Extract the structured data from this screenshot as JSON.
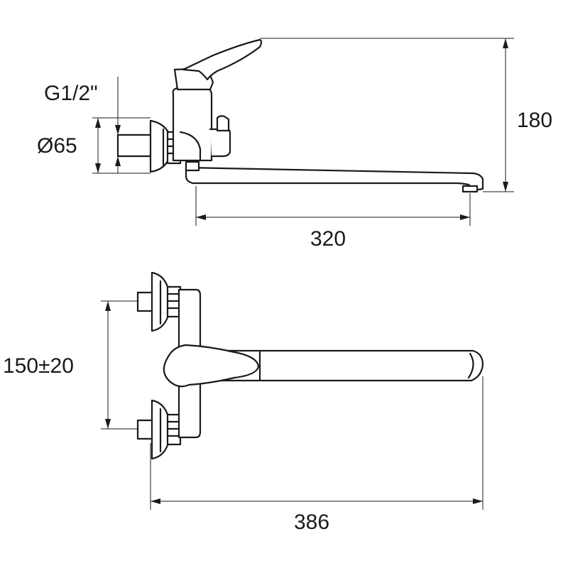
{
  "dimensions": {
    "thread": "G1/2\"",
    "diameter": "Ø65",
    "height": "180",
    "spout_reach": "320",
    "axis_distance": "150±20",
    "overall_length": "386"
  },
  "colors": {
    "line": "#1a1a1a",
    "background": "#ffffff"
  }
}
